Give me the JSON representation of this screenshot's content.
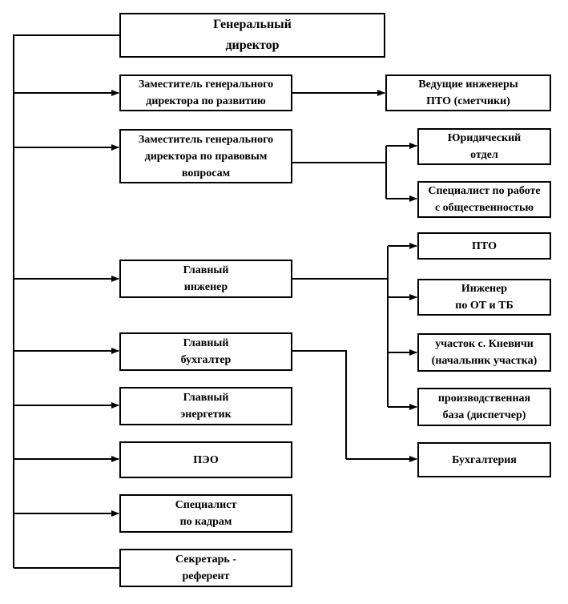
{
  "boxes": {
    "general_director": [
      "Генеральный",
      "директор"
    ],
    "deputy_development": [
      "Заместитель генерального",
      "директора по развитию"
    ],
    "lead_engineers_pto": [
      "Ведущие инженеры",
      "ПТО (сметчики)"
    ],
    "deputy_legal": [
      "Заместитель генерального",
      "директора по правовым",
      "вопросам"
    ],
    "legal_department": [
      "Юридический",
      "отдел"
    ],
    "public_relations_specialist": [
      "Специалист по работе",
      "с общественностью"
    ],
    "chief_engineer": [
      "Главный",
      "инженер"
    ],
    "pto": [
      "ПТО"
    ],
    "engineer_ot_tb": [
      "Инженер",
      "по ОТ и ТБ"
    ],
    "site_knevichi": [
      "участок с. Кневичи",
      "(начальник участка)"
    ],
    "production_base": [
      "производственная",
      "база (диспетчер)"
    ],
    "chief_accountant": [
      "Главный",
      "бухгалтер"
    ],
    "accounting": [
      "Бухгалтерия"
    ],
    "chief_power_engineer": [
      "Главный",
      "энергетик"
    ],
    "peo": [
      "ПЭО"
    ],
    "hr_specialist": [
      "Специалист",
      "по кадрам"
    ],
    "secretary": [
      "Секретарь -",
      "референт"
    ]
  }
}
